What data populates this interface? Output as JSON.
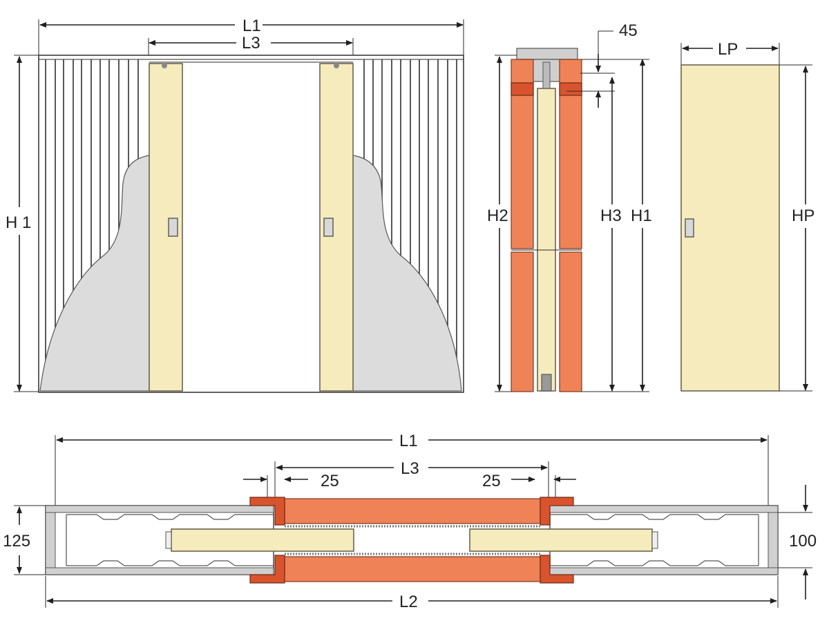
{
  "labels": {
    "front_l1": "L1",
    "front_l3": "L3",
    "front_h1": "H 1",
    "side_45": "45",
    "side_h2": "H2",
    "side_h3": "H3",
    "side_h1": "H1",
    "door_lp": "LP",
    "door_hp": "HP",
    "plan_l1": "L1",
    "plan_l3": "L3",
    "plan_25_left": "25",
    "plan_25_right": "25",
    "plan_125": "125",
    "plan_100": "100",
    "plan_l2": "L2"
  },
  "colors": {
    "door_panel": "#f6ebbd",
    "frame_orange": "#ef8256",
    "frame_orange_dark": "#d9542e",
    "wall_grey": "#dcdcdc"
  }
}
